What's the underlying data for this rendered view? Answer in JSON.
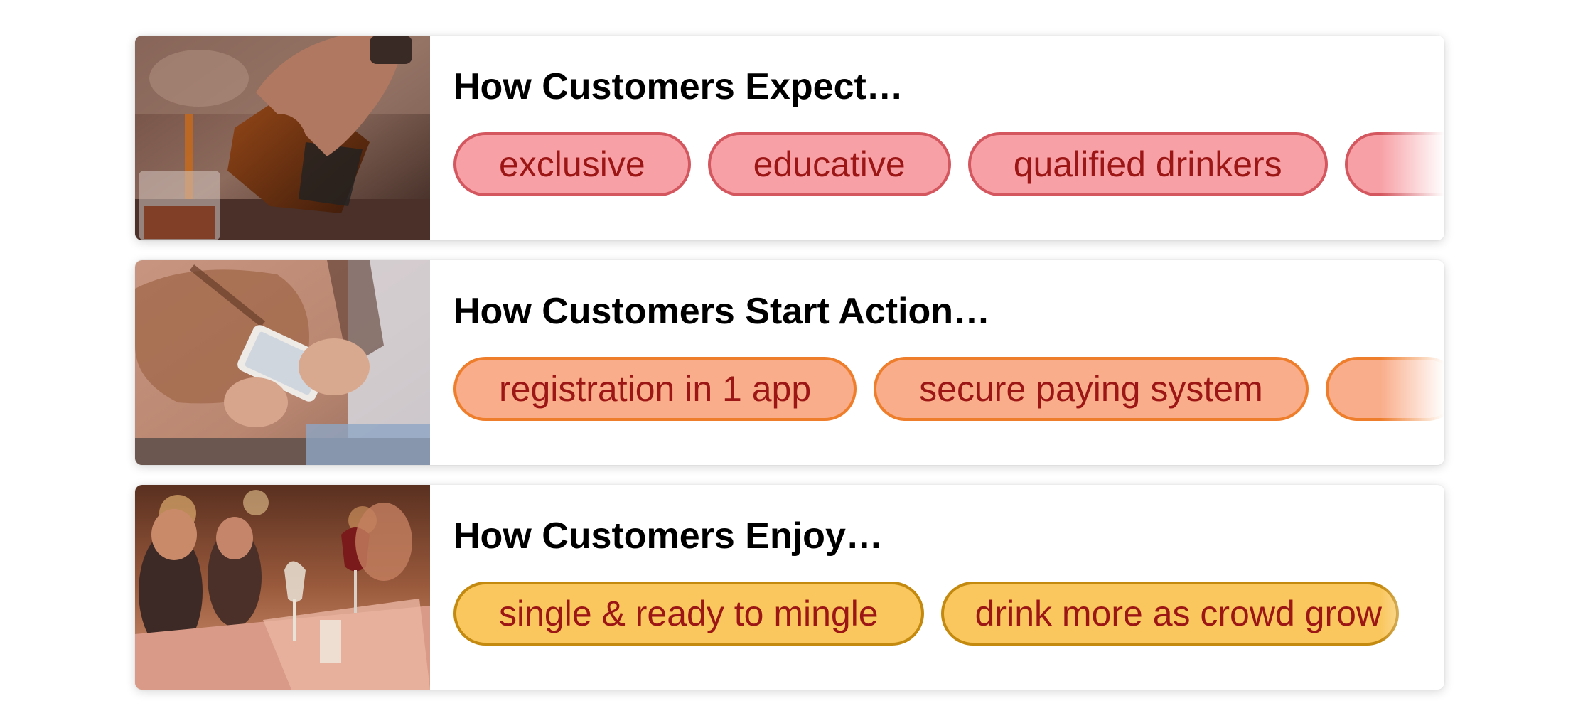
{
  "cards": [
    {
      "title": "How Customers Expect…",
      "photo": "whisky-pouring-photo",
      "accent": "#f7a1a6",
      "tags": [
        "exclusive",
        "educative",
        "qualified drinkers"
      ]
    },
    {
      "title": "How Customers Start Action…",
      "photo": "phone-in-hands-photo",
      "accent": "#f9ad8a",
      "tags": [
        "registration in 1 app",
        "secure paying system"
      ]
    },
    {
      "title": "How Customers Enjoy…",
      "photo": "friends-wine-bar-photo",
      "accent": "#f9c75d",
      "tags": [
        "single & ready to mingle",
        "drink more as crowd grow"
      ]
    }
  ],
  "tag_text_color": "#9c1616"
}
